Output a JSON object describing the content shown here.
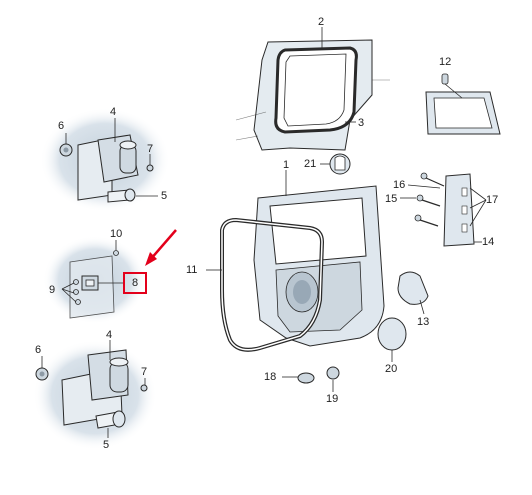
{
  "diagram": {
    "highlighted_part": "8",
    "part_numbers": [
      "1",
      "2",
      "3",
      "4",
      "4",
      "5",
      "5",
      "6",
      "6",
      "7",
      "7",
      "8",
      "9",
      "10",
      "11",
      "12",
      "13",
      "14",
      "15",
      "16",
      "17",
      "18",
      "19",
      "20",
      "21"
    ]
  },
  "colors": {
    "highlight": "#e3001b",
    "part_fill": "#dfe7ee",
    "part_shadow": "#b9c7d3",
    "line": "#2a2a2a"
  }
}
